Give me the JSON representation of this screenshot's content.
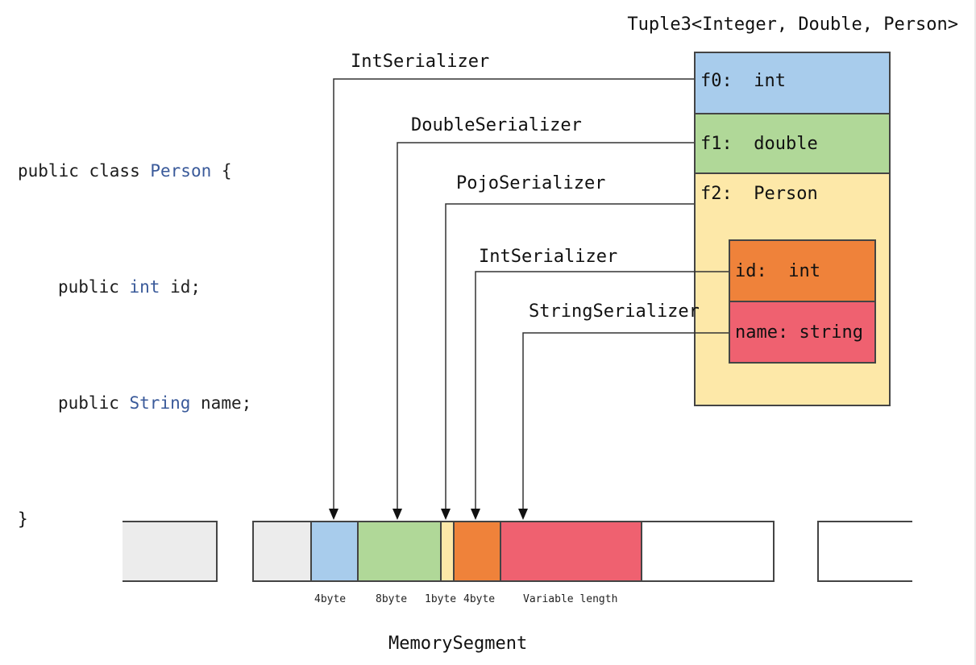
{
  "code": {
    "line1_kw": "public class",
    "line1_type": "Person",
    "line1_end": "{",
    "line2_kw": "public",
    "line2_type": "int",
    "line2_name": "id;",
    "line3_kw": "public",
    "line3_type": "String",
    "line3_name": "name;",
    "line4": "}"
  },
  "tuple": {
    "title": "Tuple3<Integer, Double, Person>",
    "f0": "f0:  int",
    "f1": "f1:  double",
    "f2": "f2:  Person",
    "id": "id:  int",
    "name": "name: string"
  },
  "serializers": {
    "s1": "IntSerializer",
    "s2": "DoubleSerializer",
    "s3": "PojoSerializer",
    "s4": "IntSerializer",
    "s5": "StringSerializer"
  },
  "segments": {
    "l1": "4byte",
    "l2": "8byte",
    "l3": "1byte",
    "l4": "4byte",
    "l5": "Variable length",
    "title": "MemorySegment"
  },
  "colors": {
    "f0": "#a8ccec",
    "f1": "#b0d898",
    "f2": "#fde8a8",
    "id": "#ef823a",
    "name": "#ef6170",
    "empty": "#ececec"
  }
}
